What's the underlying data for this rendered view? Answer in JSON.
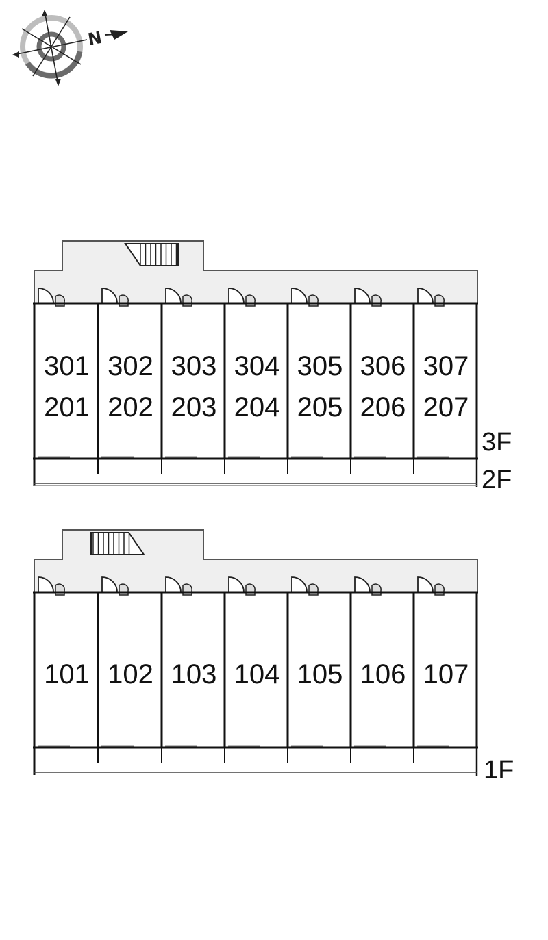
{
  "compass": {
    "label": "N",
    "icon": "north-arrow-compass-icon"
  },
  "upper_block": {
    "units_top": [
      "301",
      "302",
      "303",
      "304",
      "305",
      "306",
      "307"
    ],
    "units_bottom": [
      "201",
      "202",
      "203",
      "204",
      "205",
      "206",
      "207"
    ],
    "floor_labels": [
      "3F",
      "2F"
    ]
  },
  "lower_block": {
    "units": [
      "101",
      "102",
      "103",
      "104",
      "105",
      "106",
      "107"
    ],
    "floor_labels": [
      "1F"
    ]
  },
  "colors": {
    "corridor": "#efefef",
    "wall": "#111111",
    "compass_light": "#bdbdbd",
    "compass_dark": "#6b6b6b"
  }
}
